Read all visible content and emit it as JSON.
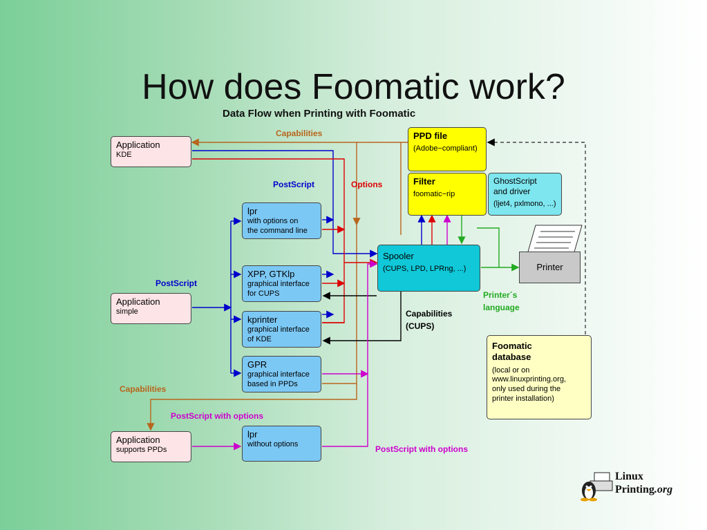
{
  "slide": {
    "title": "How does Foomatic work?",
    "subtitle": "Data Flow when Printing with Foomatic"
  },
  "apps": {
    "kde": {
      "name": "Application",
      "desc": "KDE"
    },
    "simple": {
      "name": "Application",
      "desc": "simple"
    },
    "ppds": {
      "name": "Application",
      "desc": "supports PPDs"
    }
  },
  "tools": {
    "lpr_opts": {
      "name": "lpr",
      "desc1": "with options on",
      "desc2": "the command line"
    },
    "xpp": {
      "name": "XPP, GTKlp",
      "desc1": "graphical interface",
      "desc2": "for CUPS"
    },
    "kprinter": {
      "name": "kprinter",
      "desc1": "graphical interface",
      "desc2": "of KDE"
    },
    "gpr": {
      "name": "GPR",
      "desc1": "graphical interface",
      "desc2": "based in PPDs"
    },
    "lpr_noopts": {
      "name": "lpr",
      "desc1": "without options"
    }
  },
  "ppd": {
    "name": "PPD file",
    "desc": "(Adobe−compliant)"
  },
  "filter": {
    "name": "Filter",
    "desc": "foomatic−rip"
  },
  "ghostscript": {
    "name1": "GhostScript",
    "name2": "and driver",
    "desc": "(ljet4, pxlmono, ...)"
  },
  "spooler": {
    "name": "Spooler",
    "desc": "(CUPS, LPD, LPRng, ...)"
  },
  "printer": {
    "name": "Printer"
  },
  "database": {
    "name1": "Foomatic",
    "name2": "database",
    "desc1": "(local or on",
    "desc2": "www.linuxprinting.org,",
    "desc3": "only used during the",
    "desc4": "printer installation)"
  },
  "labels": {
    "capabilities_top": "Capabilities",
    "postscript_top": "PostScript",
    "options": "Options",
    "postscript_left": "PostScript",
    "capabilities_cups1": "Capabilities",
    "capabilities_cups2": "(CUPS)",
    "printers_language1": "Printer´s",
    "printers_language2": "language",
    "capabilities_left": "Capabilities",
    "ps_with_options_left": "PostScript with options",
    "ps_with_options_right": "PostScript with options"
  },
  "logo": {
    "line1": "Linux",
    "line2": "Printing",
    "line2_suffix": ".org"
  },
  "colors": {
    "postscript": "#0000cc",
    "options": "#dd0000",
    "capabilities": "#b8651d",
    "ps_with_options": "#cc00cc",
    "printer_language": "#22aa22",
    "capabilities_cups": "#000000"
  }
}
